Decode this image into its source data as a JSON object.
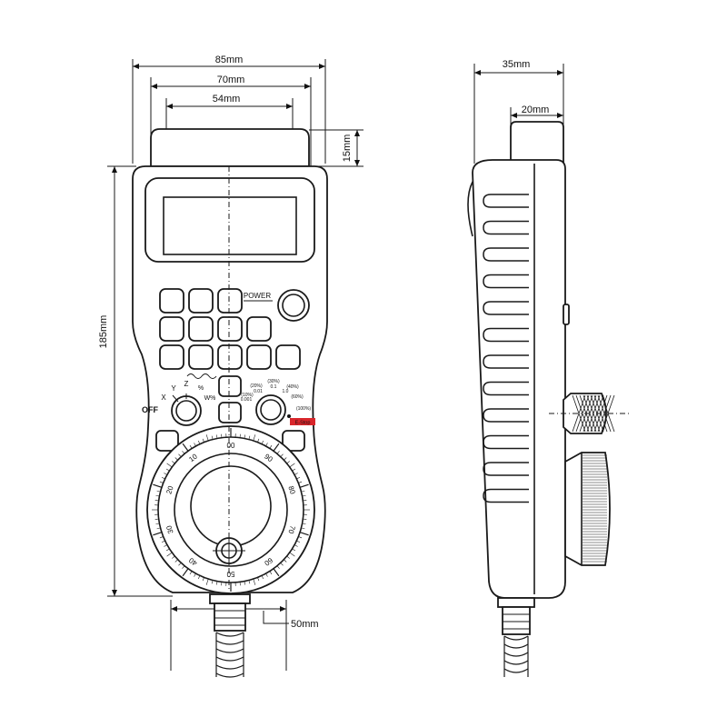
{
  "dimensions": {
    "width_85": "85mm",
    "width_70": "70mm",
    "width_54": "54mm",
    "handle_15": "15mm",
    "height_185": "185mm",
    "cable_50": "50mm",
    "depth_35": "35mm",
    "depth_20": "20mm"
  },
  "front": {
    "power_label": "POWER",
    "axis_labels": [
      "X",
      "Y",
      "Z",
      "%",
      "W%"
    ],
    "off_label": "OFF",
    "step_labels": [
      "(20%)",
      "(30%)",
      "(40%)",
      "0.01",
      "0.1",
      "1.0",
      "(10%)",
      "(60%)",
      "0.001",
      "(100%)"
    ],
    "emergency_label": "E-Stop",
    "dial_numbers": [
      "00",
      "10",
      "20",
      "30",
      "40",
      "50",
      "60",
      "70",
      "80",
      "90"
    ]
  },
  "colors": {
    "line": "#1a1a1a",
    "background": "#ffffff",
    "emergency": "#d9262b"
  }
}
